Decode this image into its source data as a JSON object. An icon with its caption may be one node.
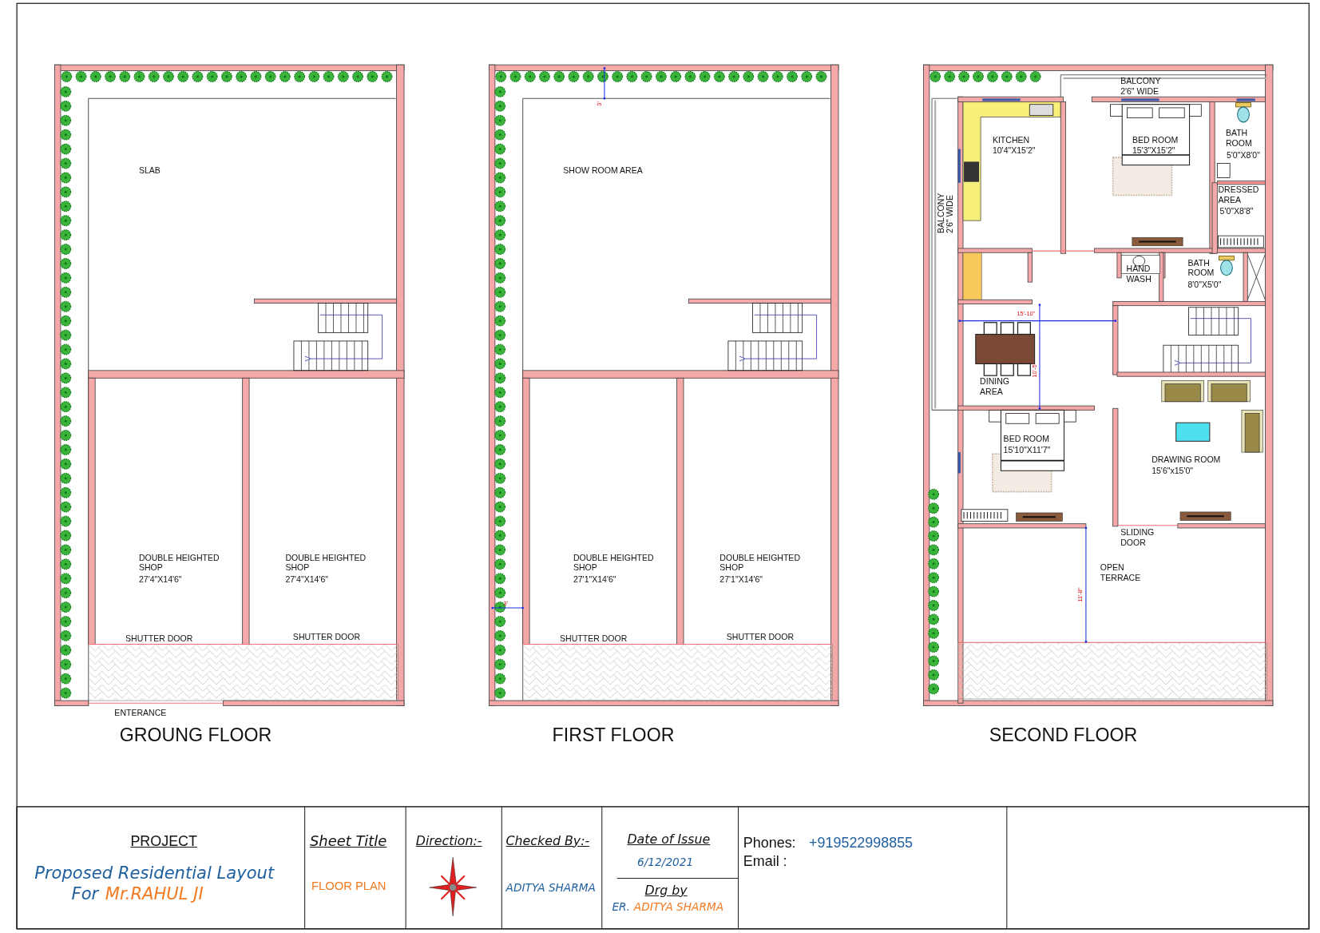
{
  "diagram": {
    "labels": [
      "SLAB",
      "DOUBLE HEIGHTED SHOP",
      "27'4\"X14'6\"",
      "DOUBLE HEIGHTED SHOP",
      "27'4\"X14'6\"",
      "SHUTTER DOOR",
      "SHUTTER DOOR",
      "ENTERANCE",
      "GROUNG FLOOR",
      "3'",
      "SHOW ROOM AREA",
      "DOUBLE HEIGHTED SHOP",
      "27'1\"X14'6\"",
      "DOUBLE HEIGHTED SHOP",
      "27'1\"X14'6\"",
      "3'",
      "SHUTTER DOOR",
      "SHUTTER DOOR",
      "FIRST FLOOR",
      "BALCONY 2'6\" WIDE",
      "KITCHEN",
      "10'4\"X15'2\"",
      "BED ROOM",
      "15'3\"X15'2\"",
      "BATH ROOM",
      "5'0\"X8'0\"",
      "BALCONY 2'6\" WIDE",
      "DRESSED AREA",
      "5'0\"X8'8\"",
      "HAND WASH",
      "BATH ROOM",
      "8'0\"X5'0\"",
      "15'-10\"",
      "10'-5\"",
      "DINING AREA",
      "BED ROOM",
      "15'10\"X11'7\"",
      "DRAWING ROOM",
      "15'6\"x15'0\"",
      "SLIDING DOOR",
      "11'-8\"",
      "OPEN TERRACE",
      "SECOND  FLOOR",
      "PROJECT",
      "Proposed Residential Layout",
      "For",
      "Mr.RAHUL JI",
      "Sheet Title",
      "FLOOR PLAN",
      "Direction:-",
      "Checked By:-",
      "ADITYA SHARMA",
      "Date of Issue",
      "6/12/2021",
      "Drg by",
      "ER.",
      "ADITYA SHARMA",
      "Phones:",
      "+919522998855",
      "Email :"
    ]
  }
}
